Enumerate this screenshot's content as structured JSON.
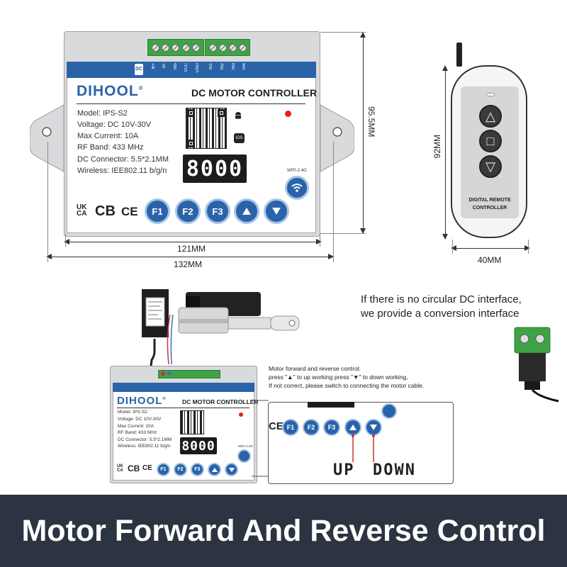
{
  "controller": {
    "brand": "DIHOOL",
    "registered_mark": "®",
    "product_title": "DC MOTOR CONTROLLER",
    "dc_badge": "DC",
    "pin_labels": [
      "M+",
      "M-",
      "IN5",
      "VCC",
      "GND",
      "IN1",
      "IN2",
      "IN3",
      "IN4"
    ],
    "specs": [
      "Model: IPS-S2",
      "Voltage: DC 10V-30V",
      "Max Current: 10A",
      "RF Band: 433 MHz",
      "DC Connector: 5.5*2.1MM",
      "Wireless: IEE802.11 b/g/n"
    ],
    "display_value": "8000",
    "ios_label": "iOS",
    "wifi_label": "WIFI-2.4G",
    "certs": {
      "ukca_top": "UK",
      "ukca_bottom": "CA",
      "cb": "CB",
      "ce": "CE"
    },
    "buttons": [
      "F1",
      "F2",
      "F3"
    ]
  },
  "dimensions": {
    "height": "95.5MM",
    "inner_width": "121MM",
    "outer_width": "132MM",
    "remote_height": "92MM",
    "remote_width": "40MM"
  },
  "remote": {
    "label_line1": "DIGITAL REMOTE",
    "label_line2": "CONTROLLER",
    "buttons": [
      "△",
      "□",
      "▽"
    ]
  },
  "notes": {
    "conversion_line1": "If there is no circular DC interface,",
    "conversion_line2": "we provide a conversion interface",
    "control_line1": "Motor forward and reverse control:",
    "control_line2": "press \"▲\" to up working press \"▼\" to down working,",
    "control_line3": "If not correct, please switch to connecting the motor cable."
  },
  "zoom": {
    "up_label": "UP",
    "down_label": "DOWN"
  },
  "footer": {
    "title": "Motor Forward And Reverse Control"
  },
  "colors": {
    "brand_blue": "#2a63a8",
    "terminal_green": "#3ea346",
    "led_red": "#e3211c",
    "footer_bg": "#2b3440"
  }
}
